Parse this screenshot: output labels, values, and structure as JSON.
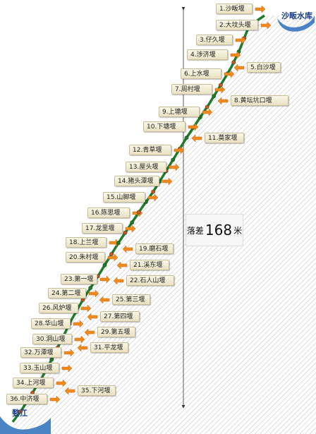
{
  "places": {
    "reservoir": "沙畈水库",
    "river": "婺江"
  },
  "elevation_drop": {
    "prefix": "落差",
    "value": "168",
    "unit": "米"
  },
  "weirs": [
    {
      "label": "1.沙畈堰",
      "side": "left"
    },
    {
      "label": "2.大坟头堰",
      "side": "left"
    },
    {
      "label": "3.仔久堰",
      "side": "left"
    },
    {
      "label": "4.涉济堰",
      "side": "left"
    },
    {
      "label": "5.白沙堰",
      "side": "right"
    },
    {
      "label": "6.上水堰",
      "side": "left"
    },
    {
      "label": "7.周村堰",
      "side": "left"
    },
    {
      "label": "8.黄坛坑口堰",
      "side": "right"
    },
    {
      "label": "9.上塘堰",
      "side": "left"
    },
    {
      "label": "10.下塘堰",
      "side": "left"
    },
    {
      "label": "11.莫家堰",
      "side": "right"
    },
    {
      "label": "12.青草堰",
      "side": "left"
    },
    {
      "label": "13.屋头堰",
      "side": "left"
    },
    {
      "label": "14.猪头潭堰",
      "side": "left"
    },
    {
      "label": "15.山脚堰",
      "side": "left"
    },
    {
      "label": "16.陈思堰",
      "side": "left"
    },
    {
      "label": "17.龙里堰",
      "side": "left"
    },
    {
      "label": "18.上兰堰",
      "side": "left"
    },
    {
      "label": "19.磨石堰",
      "side": "right"
    },
    {
      "label": "20.朱村堰",
      "side": "left"
    },
    {
      "label": "21.溪东堰",
      "side": "right"
    },
    {
      "label": "22.石人山堰",
      "side": "right"
    },
    {
      "label": "23.第一堰",
      "side": "left"
    },
    {
      "label": "24.第二堰",
      "side": "left"
    },
    {
      "label": "25.第三堰",
      "side": "right"
    },
    {
      "label": "26.风炉堰",
      "side": "left"
    },
    {
      "label": "27.第四堰",
      "side": "right"
    },
    {
      "label": "28.华山堰",
      "side": "left"
    },
    {
      "label": "29.第五堰",
      "side": "right"
    },
    {
      "label": "30.洞山堰",
      "side": "left"
    },
    {
      "label": "31.平龙堰",
      "side": "right"
    },
    {
      "label": "32.万潭堰",
      "side": "left"
    },
    {
      "label": "33.玉山堰",
      "side": "left"
    },
    {
      "label": "34.上河堰",
      "side": "left"
    },
    {
      "label": "35.下河堰",
      "side": "right"
    },
    {
      "label": "36.中济堰",
      "side": "left"
    }
  ],
  "colors": {
    "river": "#1f7a2a",
    "arrow": "#f08a1f",
    "dot": "#d9501f",
    "water": "#4a84c4",
    "hatch": "#bbbbbb"
  }
}
